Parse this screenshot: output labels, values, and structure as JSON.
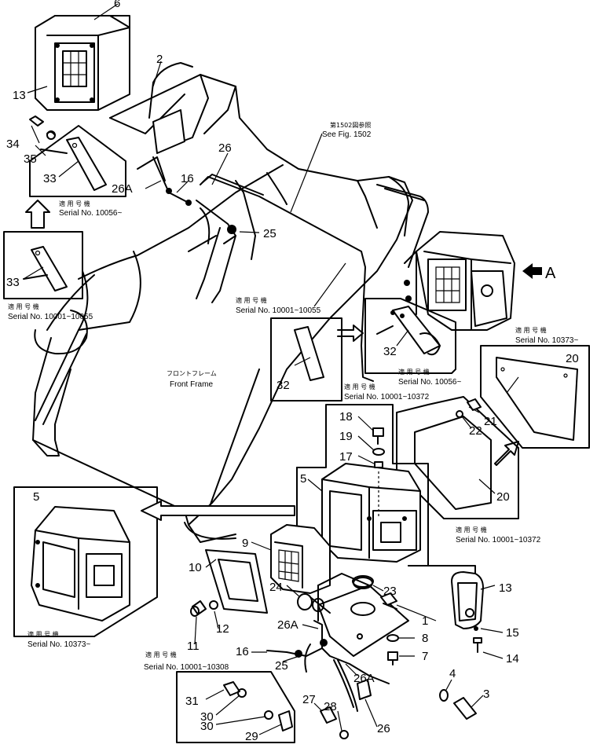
{
  "callouts": {
    "n6": "6",
    "n13a": "13",
    "n2": "2",
    "n34": "34",
    "n35": "35",
    "n33a": "33",
    "n26Aa": "26A",
    "n16a": "16",
    "n26a": "26",
    "n25a": "25",
    "n33b": "33",
    "n32a": "32",
    "n32b": "32",
    "nA": "A",
    "n20a": "20",
    "n21": "21",
    "n22": "22",
    "n20b": "20",
    "n18": "18",
    "n19": "19",
    "n17": "17",
    "n5a": "5",
    "n5b": "5",
    "n9": "9",
    "n10": "10",
    "n24": "24",
    "n23": "23",
    "n13b": "13",
    "n1": "1",
    "n26Ab": "26A",
    "n8": "8",
    "n15": "15",
    "n7": "7",
    "n14": "14",
    "n11": "11",
    "n12": "12",
    "n16b": "16",
    "n25b": "25",
    "n26Ac": "26A",
    "n4": "4",
    "n3": "3",
    "n31": "31",
    "n30a": "30",
    "n30b": "30",
    "n29": "29",
    "n27": "27",
    "n28": "28",
    "n26b": "26"
  },
  "notes": {
    "see_fig_jp": "第1502図参照",
    "see_fig_en": "See Fig. 1502",
    "front_frame_jp": "フロントフレーム",
    "front_frame_en": "Front Frame",
    "applic_jp": "適 用 号 機",
    "serial_10056_left": "Serial No. 10056~",
    "serial_10001_10055_left": "Serial No. 10001~10055",
    "serial_10001_10055_mid": "Serial No. 10001~10055",
    "serial_10056_right": "Serial No. 10056~",
    "serial_10373_right": "Serial No. 10373~",
    "serial_10001_10372_a": "Serial No. 10001~10372",
    "serial_10001_10372_b": "Serial No. 10001~10372",
    "serial_10373_left": "Serial No. 10373~",
    "serial_10001_10308": "Serial No. 10001~10308"
  }
}
